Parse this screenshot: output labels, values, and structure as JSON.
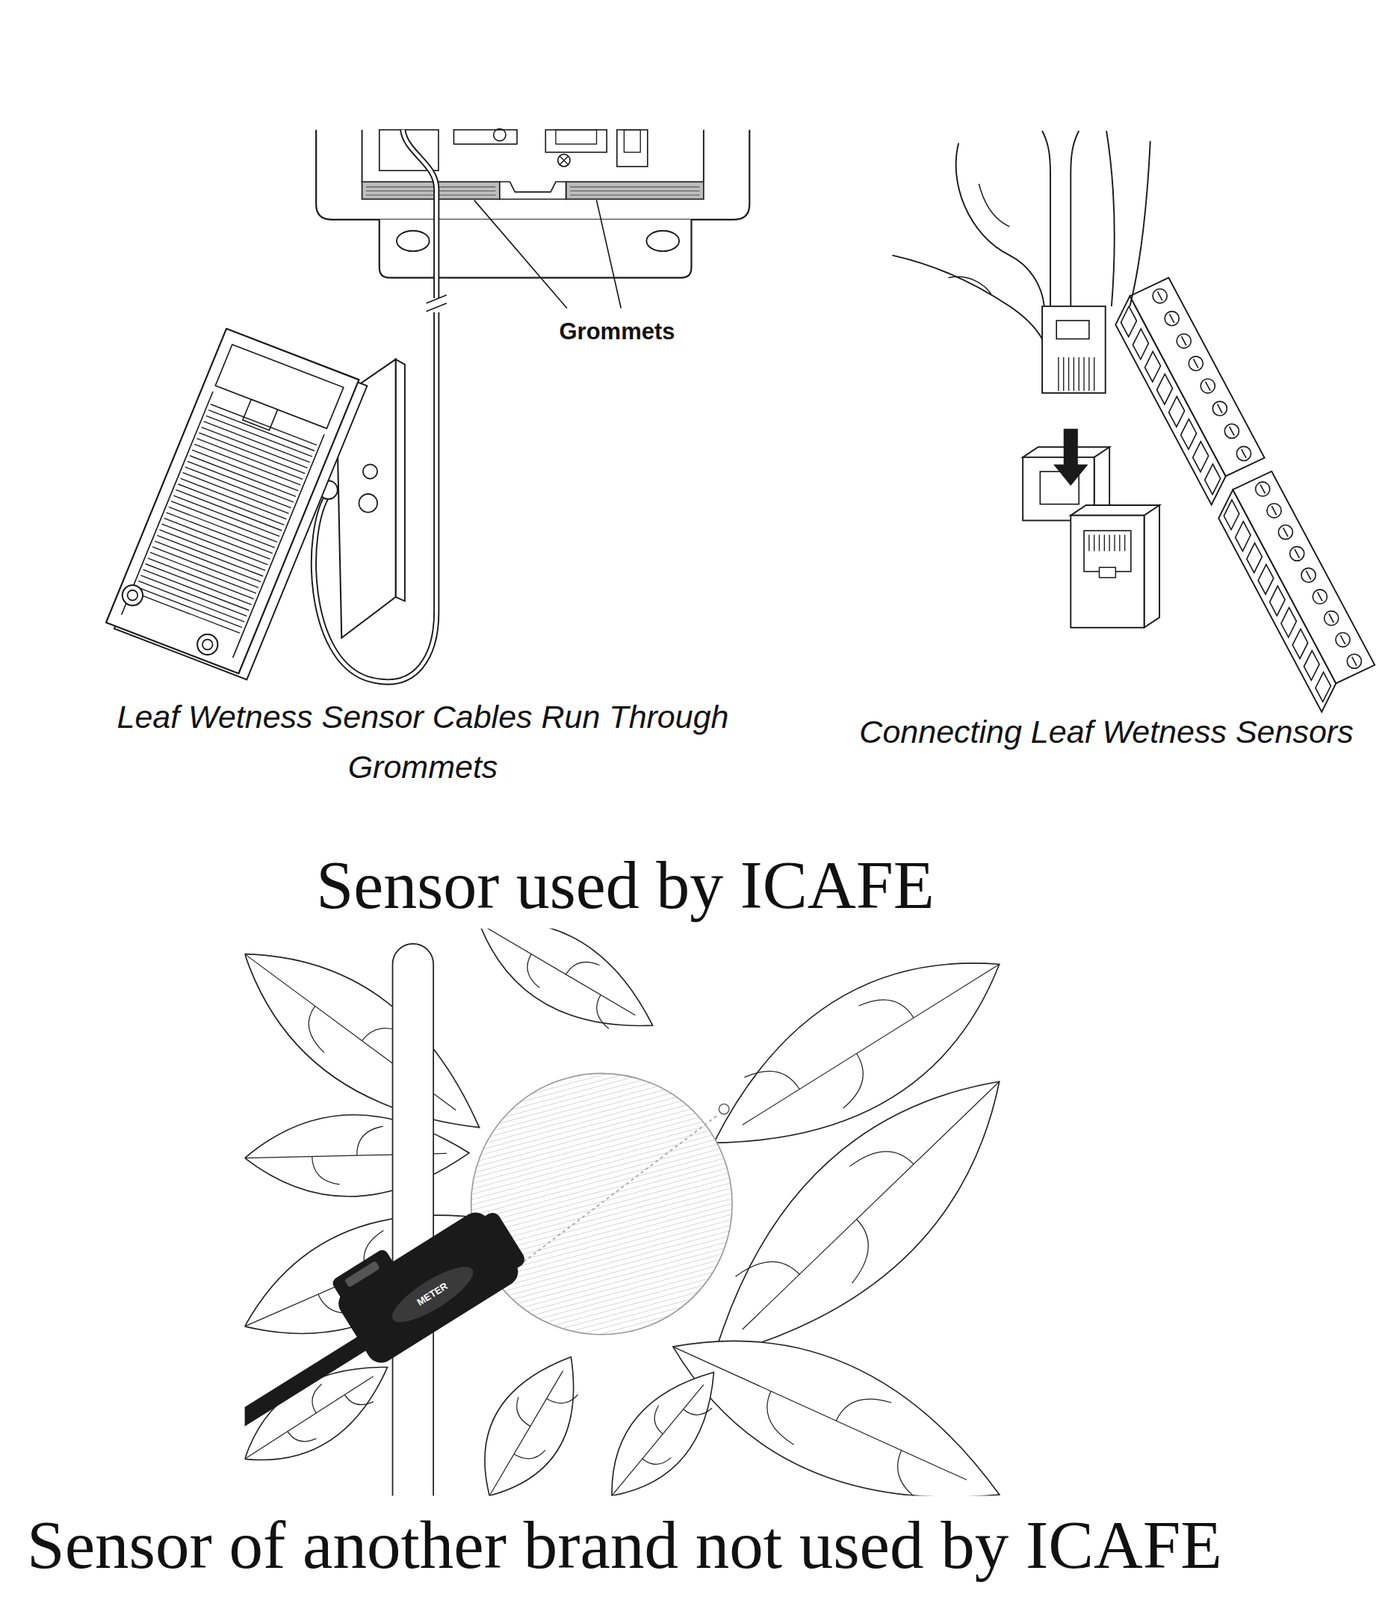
{
  "diagram": {
    "labels": [
      "Grommets",
      "Leaf Wetness Sensor Cables Run Through Grommets",
      "Connecting Leaf Wetness Sensors",
      "Sensor used by ICAFE",
      "METER",
      "Sensor of another brand not used by ICAFE"
    ]
  }
}
